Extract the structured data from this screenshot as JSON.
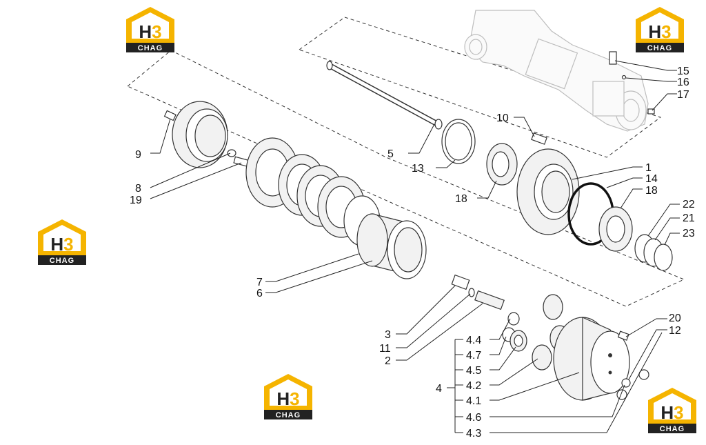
{
  "logo": {
    "mark": "H3",
    "sub": "CHAG",
    "color_yellow": "#F5B400",
    "color_dark": "#222222"
  },
  "labels": {
    "l1": "1",
    "l2": "2",
    "l3": "3",
    "l4": "4",
    "l4_1": "4.1",
    "l4_2": "4.2",
    "l4_3": "4.3",
    "l4_4": "4.4",
    "l4_5": "4.5",
    "l4_6": "4.6",
    "l4_7": "4.7",
    "l5": "5",
    "l6": "6",
    "l7": "7",
    "l8": "8",
    "l9": "9",
    "l10": "10",
    "l11": "11",
    "l12": "12",
    "l13": "13",
    "l14": "14",
    "l15": "15",
    "l16": "16",
    "l17": "17",
    "l18a": "18",
    "l18b": "18",
    "l19": "19",
    "l20": "20",
    "l21": "21",
    "l22": "22",
    "l23": "23"
  }
}
